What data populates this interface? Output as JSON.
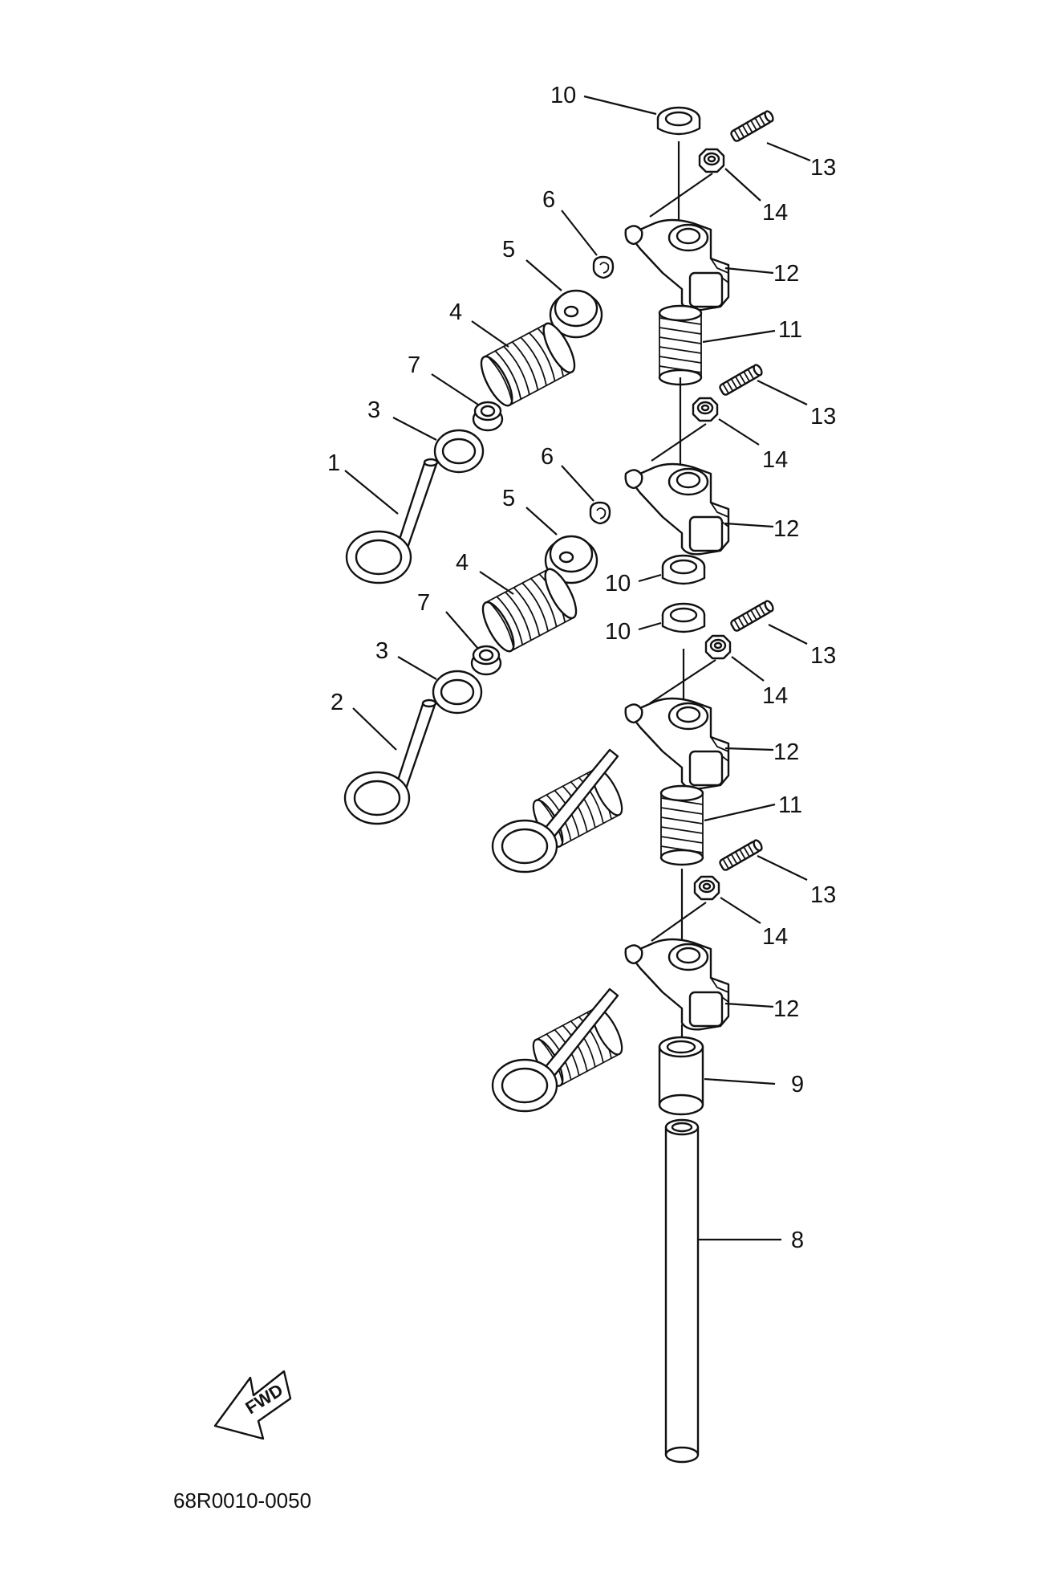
{
  "diagram": {
    "part_code": "68R0010-0050",
    "fwd_label": "FWD",
    "callouts": {
      "c1": "1",
      "c2": "2",
      "c3a": "3",
      "c3b": "3",
      "c4a": "4",
      "c4b": "4",
      "c5a": "5",
      "c5b": "5",
      "c6a": "6",
      "c6b": "6",
      "c7a": "7",
      "c7b": "7",
      "c8": "8",
      "c9": "9",
      "c10a": "10",
      "c10b": "10",
      "c10c": "10",
      "c11a": "11",
      "c11b": "11",
      "c12a": "12",
      "c12b": "12",
      "c12c": "12",
      "c12d": "12",
      "c13a": "13",
      "c13b": "13",
      "c13c": "13",
      "c13d": "13",
      "c14a": "14",
      "c14b": "14",
      "c14c": "14",
      "c14d": "14"
    }
  }
}
